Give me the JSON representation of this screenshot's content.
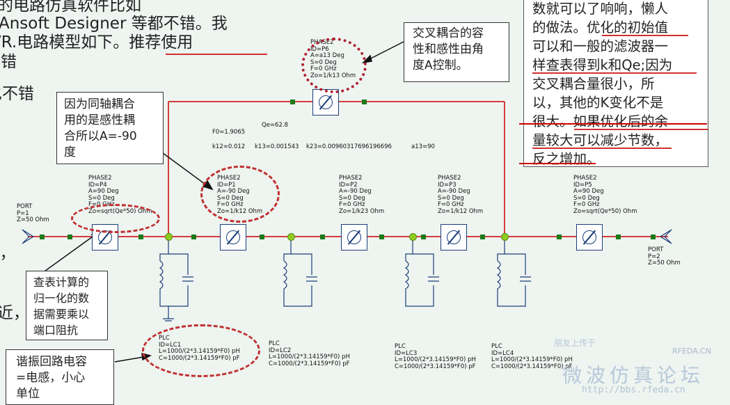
{
  "background_text": {
    "line1": "的电路仿真软件比如",
    "line2": "Ansoft Designer 等都不错。我",
    "line3": "VR.电路模型如下。推荐使用",
    "line4": "不错",
    "line5": "也不错",
    "line6": "），",
    "line7": "近，"
  },
  "right_box": {
    "lines": [
      "数就可以了响响，懒人",
      "的做法。优化的初始值",
      "可以和一般的滤波器一",
      "样查表得到k和Qe;因为",
      "交叉耦合量很小，所",
      "以，其他的K变化不是",
      "很大。如果优化后的余",
      "量较大可以减少节数，",
      "反之增加。"
    ]
  },
  "callouts": {
    "cross": [
      "交叉耦合的容",
      "性和感性由角",
      "度A控制。"
    ],
    "coax": [
      "因为同轴耦合",
      "用的是感性耦",
      "合所以A=-90",
      "度"
    ],
    "table": [
      "查表计算的",
      "归一化的数",
      "据需要乘以",
      "端口阻抗"
    ],
    "resonator": [
      "谐振回路电容",
      "=电感，小心",
      "单位"
    ]
  },
  "params": {
    "qe": "Qe=62.8",
    "f0": "F0=1.9065",
    "k12": "k12=0.012",
    "k13": "k13=0.001543",
    "k23": "k23=0.0096031769619669​6",
    "a13": "a13=90"
  },
  "components": {
    "phase_p6": "PHASE2\nID=P6\nA=a13 Deg\nS=0 Deg\nF=0 GHz\nZo=1/k13 Ohm",
    "port1": "PORT\nP=1\nZ=50 Ohm",
    "phase_p4": "PHASE2\nID=P4\nA=90 Deg\nS=0 Deg\nF=0 GHz\nZo=sqrt(Qe*50) Ohm",
    "phase_p1": "PHASE2\nID=P1\nA=-90 Deg\nS=0 Deg\nF=0 GHz\nZo=1/k12 Ohm",
    "phase_p2": "PHASE2\nID=P2\nA=-90 Deg\nS=0 Deg\nF=0 GHz\nZo=1/k23 Ohm",
    "phase_p3": "PHASE2\nID=P3\nA=-90 Deg\nS=0 Deg\nF=0 GHz\nZo=1/k12 Ohm",
    "phase_p5": "PHASE2\nID=P5\nA=90 Deg\nS=0 Deg\nF=0 GHz\nZo=sqrt(Qe*50) Ohm",
    "port2": "PORT\nP=2\nZ=50 Ohm",
    "lc1": "PLC\nID=LC1\nL=1000/(2*3.14159*F0) pH\nC=1000/(2*3.14159*F0) pF",
    "lc2": "PLC\nID=LC2\nL=1000/(2*3.14159*F0) pH\nC=1000/(2*3.14159*F0) pF",
    "lc3": "PLC\nID=LC3\nL=1000/(2*3.14159*F0) pH\nC=1000/(2*3.14159*F0) pF",
    "lc4": "PLC\nID=LC4\nL=1000/(2*3.14159*F0) pH\nC=1000/(2*3.14159*F0) pF"
  },
  "watermark": {
    "brand": "RFEDA.CN",
    "forum": "微波仿真论坛",
    "url": "http://bbs.rfeda.cn",
    "small": "朋友上传于"
  }
}
